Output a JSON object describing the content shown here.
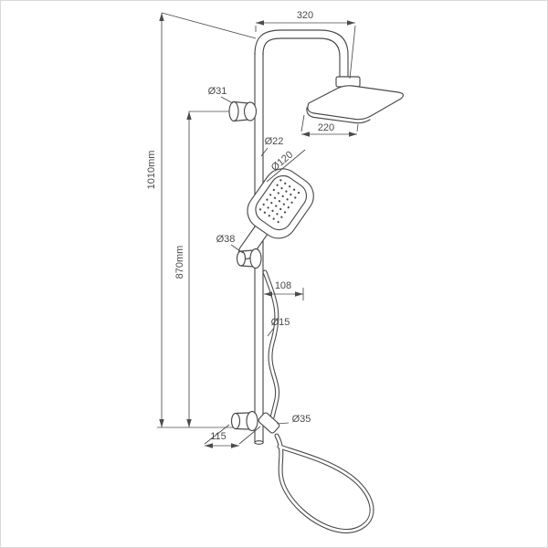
{
  "drawing": {
    "name": "shower-column-technical-drawing",
    "colors": {
      "line": "#4b4b4b",
      "background": "#ffffff",
      "frame": "#d9d9d9"
    },
    "labels": {
      "dim_top_reach": "320",
      "dim_head_width": "220",
      "dia_wall_bracket_top": "Ø31",
      "dia_riser_pipe": "Ø22",
      "dia_hand_shower": "Ø120",
      "dia_slider_bracket": "Ø38",
      "dim_holder_offset": "108",
      "dia_hose": "Ø15",
      "dia_bottom_bracket": "Ø35",
      "dim_bottom_offset": "115",
      "dim_total_height": "1010mm",
      "dim_rail_height": "870mm"
    }
  }
}
